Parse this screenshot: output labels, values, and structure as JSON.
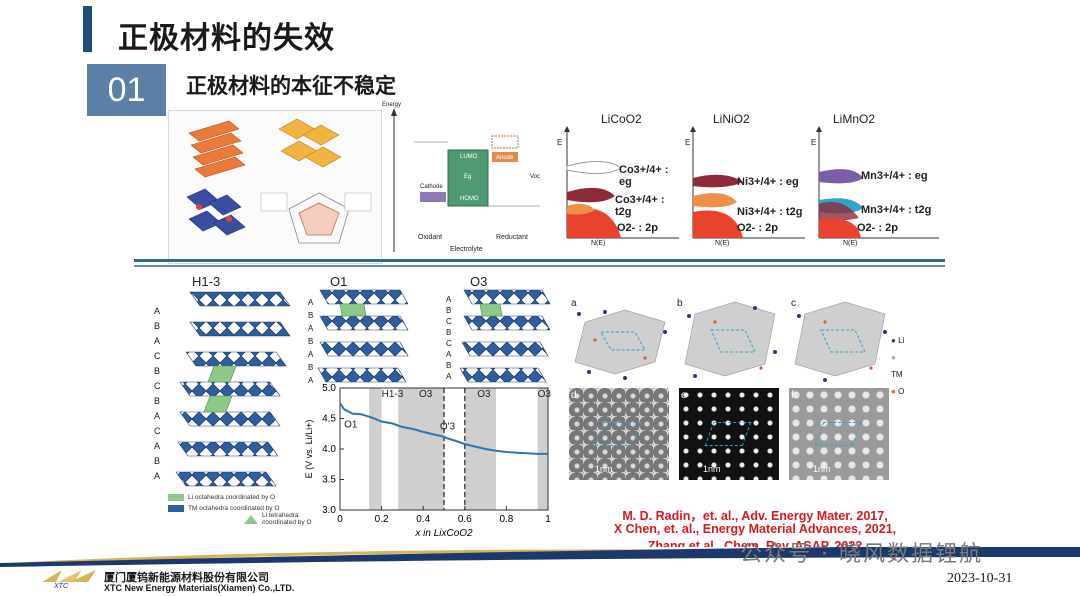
{
  "header": {
    "title": "正极材料的失效",
    "section_number": "01",
    "section_title": "正极材料的本征不稳定"
  },
  "energy_diagram": {
    "y_label": "Energy",
    "cathode_label": "Cathode",
    "anode_label": "Anode",
    "lumo_label": "LUMO",
    "homo_label": "HOMO",
    "oxidant_label": "Oxidant",
    "electrolyte_label": "Electrolyte",
    "reductant_label": "Reductant",
    "voc_label": "Voc",
    "eg_label": "Eg"
  },
  "band_panels": [
    {
      "title": "LiCoO2",
      "upper": "Co3+/4+ : eg",
      "middle": "Co3+/4+ : t2g",
      "lower": "O2- : 2p",
      "x_label": "N(E)",
      "y_label": "E"
    },
    {
      "title": "LiNiO2",
      "upper": "Ni3+/4+ : eg",
      "middle": "Ni3+/4+ : t2g",
      "lower": "O2- : 2p",
      "x_label": "N(E)",
      "y_label": "E"
    },
    {
      "title": "LiMnO2",
      "upper": "Mn3+/4+ : eg",
      "middle": "Mn3+/4+ : t2g",
      "lower": "O2- : 2p",
      "x_label": "N(E)",
      "y_label": "E"
    }
  ],
  "stacking": {
    "h13_title": "H1-3",
    "o1_title": "O1",
    "o3_title": "O3",
    "h13_letters": [
      "A",
      "B",
      "A",
      "C",
      "B",
      "C",
      "B",
      "A",
      "C",
      "A",
      "B",
      "A"
    ],
    "o1_letters": [
      "A",
      "B",
      "A",
      "B",
      "A",
      "B",
      "A"
    ],
    "o3_letters": [
      "A",
      "B",
      "C",
      "B",
      "C",
      "A",
      "B",
      "A"
    ],
    "legend": [
      {
        "label": "Li octahedra coordinated by O",
        "color": "#8fc98a"
      },
      {
        "label": "TM octahedra coordinated by O",
        "color": "#2f5d9e"
      },
      {
        "label": "Li tetrahedra coordinated by O",
        "color": "#8fc98a"
      }
    ]
  },
  "chart_data": {
    "type": "line",
    "xlabel": "x in LixCoO2",
    "ylabel": "E (V vs. Li/Li+)",
    "xlim": [
      0,
      1
    ],
    "ylim": [
      3.0,
      5.0
    ],
    "x_ticks": [
      "0",
      "0.2",
      "0.4",
      "0.6",
      "0.8",
      "1"
    ],
    "y_ticks": [
      "3.0",
      "3.5",
      "4.0",
      "4.5",
      "5.0"
    ],
    "series": [
      {
        "color": "#2a77b4",
        "points": [
          [
            0.0,
            4.75
          ],
          [
            0.02,
            4.65
          ],
          [
            0.06,
            4.58
          ],
          [
            0.1,
            4.57
          ],
          [
            0.15,
            4.52
          ],
          [
            0.2,
            4.45
          ],
          [
            0.25,
            4.42
          ],
          [
            0.3,
            4.36
          ],
          [
            0.35,
            4.33
          ],
          [
            0.4,
            4.28
          ],
          [
            0.45,
            4.24
          ],
          [
            0.5,
            4.2
          ],
          [
            0.52,
            4.17
          ],
          [
            0.55,
            4.14
          ],
          [
            0.6,
            4.08
          ],
          [
            0.65,
            4.04
          ],
          [
            0.7,
            4.0
          ],
          [
            0.75,
            3.97
          ],
          [
            0.8,
            3.95
          ],
          [
            0.85,
            3.94
          ],
          [
            0.9,
            3.93
          ],
          [
            0.95,
            3.92
          ],
          [
            1.0,
            3.92
          ]
        ]
      }
    ],
    "shaded_regions": [
      [
        0.14,
        0.2
      ],
      [
        0.28,
        0.5
      ],
      [
        0.6,
        0.75
      ],
      [
        0.95,
        1.0
      ]
    ],
    "dashed_lines": [
      0.5,
      0.6
    ],
    "annotations": [
      "O1",
      "H1-3",
      "O3",
      "O3",
      "O3",
      "O'3"
    ]
  },
  "lattice": {
    "panel_labels": [
      "a",
      "b",
      "c",
      "d",
      "e",
      "f"
    ],
    "legend": [
      {
        "label": "Li",
        "color": "#1f3f7a"
      },
      {
        "label": "TM",
        "color": "#a9a9a9"
      },
      {
        "label": "O",
        "color": "#e05a3a"
      }
    ],
    "scale_bar": "1nm"
  },
  "citations": [
    "M. D. Radin，et. al., Adv. Energy Mater. 2017,",
    "X Chen, et. al., Energy Material Advances, 2021,",
    "Zhang et al., Chem. Rev. ASAP, 2022"
  ],
  "watermark": "公众号 · 晓风数据锂航",
  "footer": {
    "company_cn": "厦门厦钨新能源材料股份有限公司",
    "company_en": "XTC New Energy Materials(Xiamen) Co.,LTD.",
    "logo_text": "XTC",
    "date": "2023-10-31"
  },
  "colors": {
    "accent_blue": "#1f4e79",
    "section_box": "#5b7fa6",
    "citation_red": "#d71920",
    "footer_navy": "#1b3a6b",
    "footer_gold": "#d8b25a"
  }
}
